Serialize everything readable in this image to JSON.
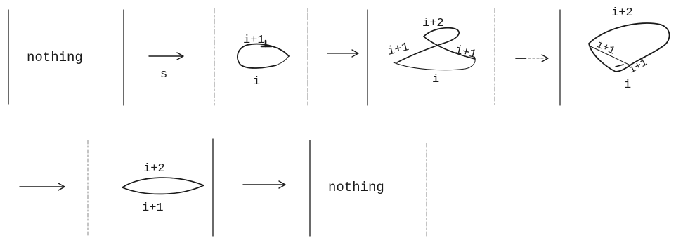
{
  "frames": [
    {
      "text": "nothing"
    },
    {
      "move_label": "s"
    },
    {
      "top": "i+1",
      "bottom": "i"
    },
    {
      "top": "i+2",
      "left": "i+1",
      "right": "i+1",
      "bottom": "i"
    },
    {
      "top": "i+2",
      "left": "i+1",
      "right": "i+1",
      "bottom": "i"
    },
    {
      "top": "i+2",
      "bottom": "i+1"
    },
    {
      "text": "nothing"
    }
  ]
}
